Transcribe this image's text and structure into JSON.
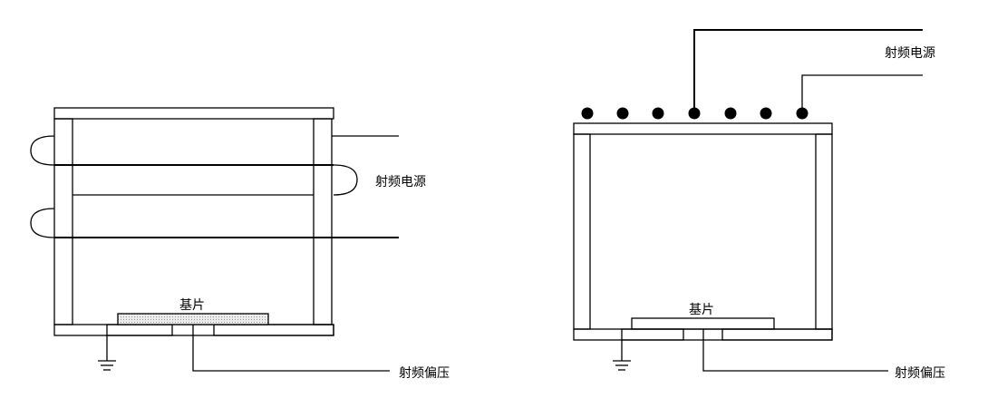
{
  "left_diagram": {
    "rf_power_label": "射频电源",
    "substrate_label": "基片",
    "rf_bias_label": "射频偏压"
  },
  "right_diagram": {
    "rf_power_label": "射频电源",
    "substrate_label": "基片",
    "rf_bias_label": "射频偏压"
  },
  "colors": {
    "line": "#000000",
    "substrate_fill": "#e6e6e6"
  }
}
